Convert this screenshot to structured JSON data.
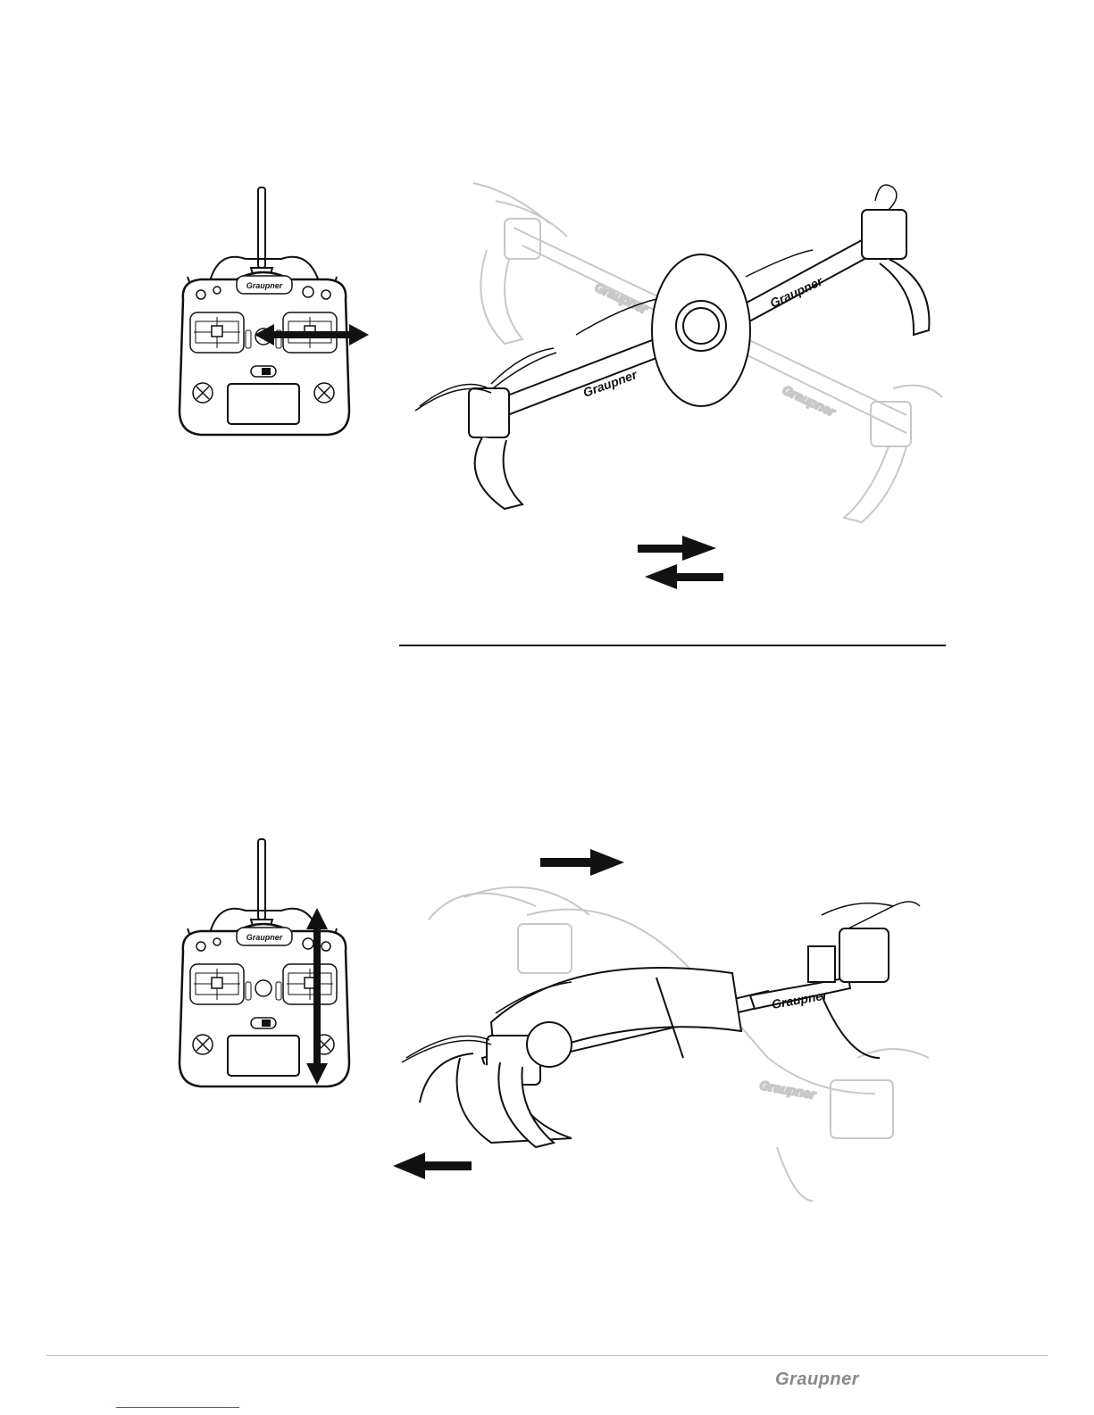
{
  "brand": "Graupner",
  "section1": {
    "transmitter": {
      "logo": "Graupner",
      "stick_motion": "right stick left/right",
      "arrow_icon": "double-horizontal-arrow-icon"
    },
    "drone": {
      "logo": "Graupner",
      "view": "front",
      "motion_icons": [
        "arrow-right-icon",
        "arrow-left-icon"
      ]
    }
  },
  "section2": {
    "transmitter": {
      "logo": "Graupner",
      "stick_motion": "right stick up/down",
      "arrow_icon": "double-vertical-arrow-icon"
    },
    "drone": {
      "logo": "Graupner",
      "view": "side",
      "motion_icons": [
        "arrow-right-icon",
        "arrow-left-icon"
      ]
    }
  },
  "footer": {
    "logo": "Graupner"
  }
}
